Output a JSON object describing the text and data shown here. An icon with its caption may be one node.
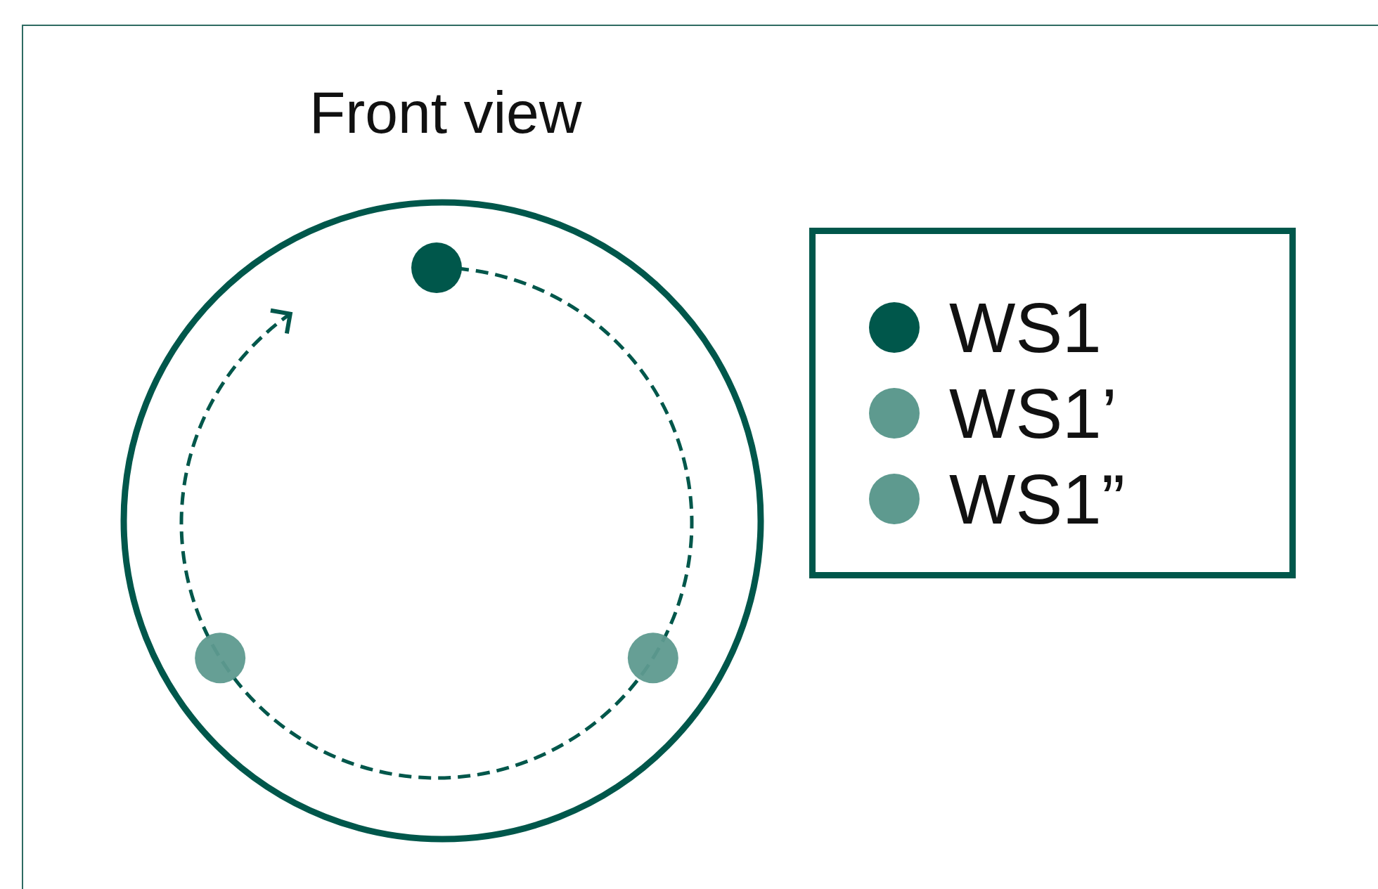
{
  "diagram": {
    "title": "Front view",
    "nodes": [
      {
        "text": [],
        "shape": "circle"
      },
      {
        "text": [],
        "shape": "circle"
      },
      {
        "text": [],
        "shape": "circle"
      }
    ],
    "legend": [
      {
        "text": "WS1",
        "color": "#00574b"
      },
      {
        "text": "WS1’",
        "color": "#5e9a8f"
      },
      {
        "text": "WS1”",
        "color": "#5e9a8f"
      }
    ]
  }
}
